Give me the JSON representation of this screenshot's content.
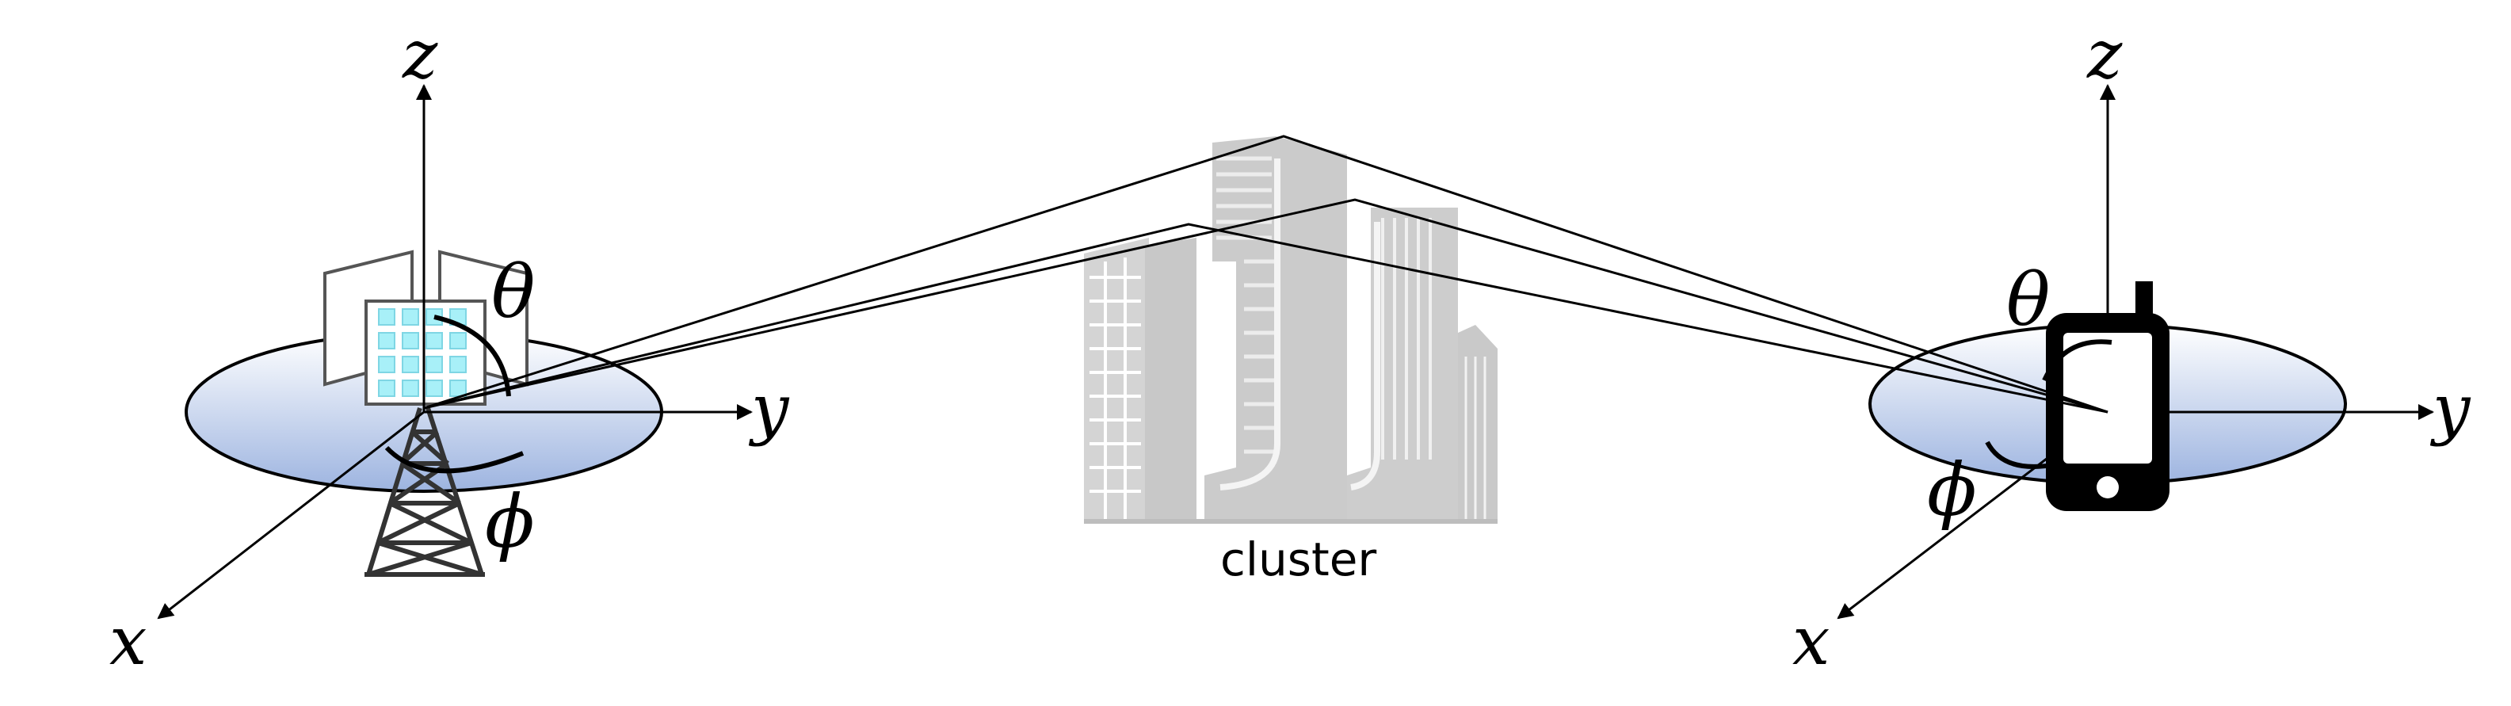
{
  "transmitter": {
    "axes": {
      "z": "z",
      "y": "y",
      "x": "x"
    },
    "angles": {
      "elevation": "θ",
      "azimuth": "ϕ"
    }
  },
  "receiver": {
    "axes": {
      "z": "z",
      "y": "y",
      "x": "x"
    },
    "angles": {
      "elevation": "θ",
      "azimuth": "ϕ"
    }
  },
  "cluster": {
    "label": "cluster"
  },
  "colors": {
    "ellipse_top": "#ffffff",
    "ellipse_bottom": "#9db4e0",
    "building": "#cfcfcf",
    "phone": "#000000",
    "antenna_element": "#a8f0f8"
  }
}
